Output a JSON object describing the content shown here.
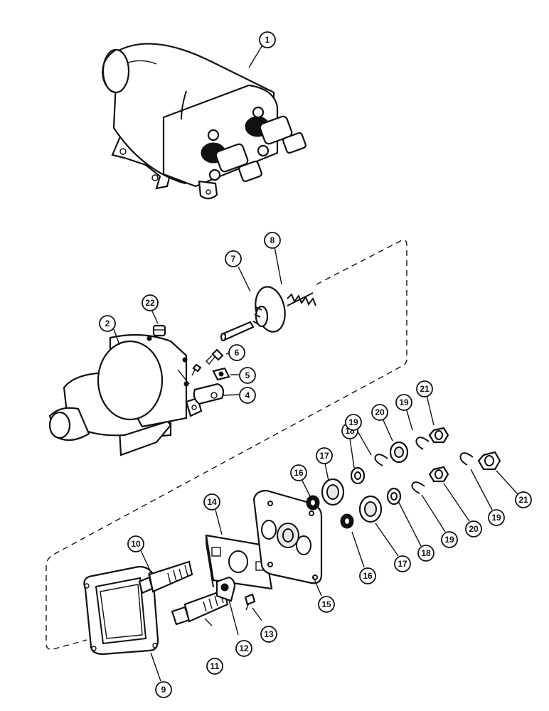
{
  "diagram": {
    "callouts": [
      {
        "id": "c1",
        "label": "1"
      },
      {
        "id": "c2",
        "label": "2"
      },
      {
        "id": "c4",
        "label": "4"
      },
      {
        "id": "c5",
        "label": "5"
      },
      {
        "id": "c6",
        "label": "6"
      },
      {
        "id": "c7",
        "label": "7"
      },
      {
        "id": "c8",
        "label": "8"
      },
      {
        "id": "c9",
        "label": "9"
      },
      {
        "id": "c10",
        "label": "10"
      },
      {
        "id": "c11",
        "label": "11"
      },
      {
        "id": "c12",
        "label": "12"
      },
      {
        "id": "c13",
        "label": "13"
      },
      {
        "id": "c14",
        "label": "14"
      },
      {
        "id": "c15",
        "label": "15"
      },
      {
        "id": "c16a",
        "label": "16"
      },
      {
        "id": "c16b",
        "label": "16"
      },
      {
        "id": "c17a",
        "label": "17"
      },
      {
        "id": "c17b",
        "label": "17"
      },
      {
        "id": "c18a",
        "label": "18"
      },
      {
        "id": "c18b",
        "label": "18"
      },
      {
        "id": "c19a",
        "label": "19"
      },
      {
        "id": "c19b",
        "label": "19"
      },
      {
        "id": "c19c",
        "label": "19"
      },
      {
        "id": "c19d",
        "label": "19"
      },
      {
        "id": "c20a",
        "label": "20"
      },
      {
        "id": "c20b",
        "label": "20"
      },
      {
        "id": "c21a",
        "label": "21"
      },
      {
        "id": "c21b",
        "label": "21"
      },
      {
        "id": "c22",
        "label": "22"
      }
    ]
  }
}
